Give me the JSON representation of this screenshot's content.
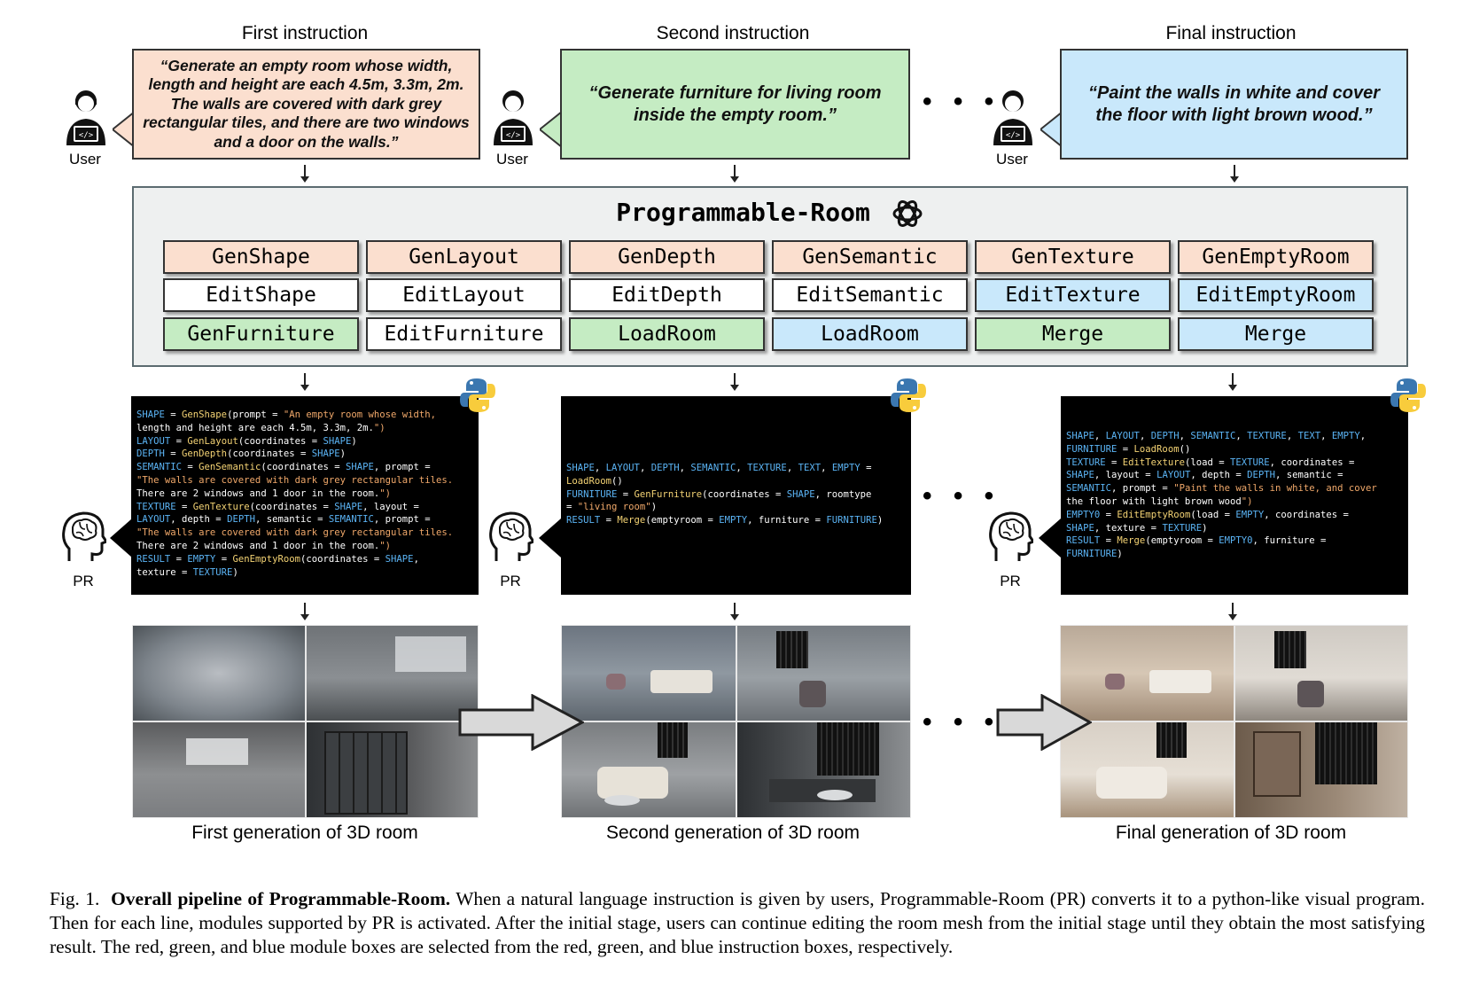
{
  "columns": [
    {
      "title": "First instruction",
      "instruction": "“Generate an empty room whose width, length and height are each 4.5m, 3.3m, 2m. The walls are covered with dark grey rectangular tiles, and there are two windows and a door on the walls.”",
      "user_label": "User",
      "pr_label": "PR",
      "generation_caption": "First generation of 3D room"
    },
    {
      "title": "Second instruction",
      "instruction": "“Generate furniture for living room inside the empty room.”",
      "user_label": "User",
      "pr_label": "PR",
      "generation_caption": "Second generation of 3D room"
    },
    {
      "title": "Final instruction",
      "instruction": "“Paint the walls in white and cover the floor with light brown wood.”",
      "user_label": "User",
      "pr_label": "PR",
      "generation_caption": "Final generation of 3D room"
    }
  ],
  "ellipsis": "• • •",
  "programmable_room": {
    "title": "Programmable-Room",
    "logo_icon": "openai-logo-icon",
    "modules": [
      [
        {
          "label": "GenShape",
          "color": "red"
        },
        {
          "label": "GenLayout",
          "color": "red"
        },
        {
          "label": "GenDepth",
          "color": "red"
        },
        {
          "label": "GenSemantic",
          "color": "red"
        },
        {
          "label": "GenTexture",
          "color": "red"
        },
        {
          "label": "GenEmptyRoom",
          "color": "red"
        }
      ],
      [
        {
          "label": "EditShape",
          "color": "white"
        },
        {
          "label": "EditLayout",
          "color": "white"
        },
        {
          "label": "EditDepth",
          "color": "white"
        },
        {
          "label": "EditSemantic",
          "color": "white"
        },
        {
          "label": "EditTexture",
          "color": "blue"
        },
        {
          "label": "EditEmptyRoom",
          "color": "blue"
        }
      ],
      [
        {
          "label": "GenFurniture",
          "color": "green"
        },
        {
          "label": "EditFurniture",
          "color": "white"
        },
        {
          "label": "LoadRoom",
          "color": "green"
        },
        {
          "label": "LoadRoom",
          "color": "blue"
        },
        {
          "label": "Merge",
          "color": "green"
        },
        {
          "label": "Merge",
          "color": "blue"
        }
      ]
    ]
  },
  "programs": [
    [
      "SHAPE = GenShape(prompt = \"An empty room whose width,",
      "length and height are each 4.5m, 3.3m, 2m.\")",
      "LAYOUT = GenLayout(coordinates = SHAPE)",
      "DEPTH = GenDepth(coordinates = SHAPE)",
      "SEMANTIC = GenSemantic(coordinates = SHAPE, prompt =",
      "\"The walls are covered with dark grey rectangular tiles.",
      "There are 2 windows and 1 door in the room.\")",
      "TEXTURE = GenTexture(coordinates = SHAPE, layout =",
      "LAYOUT, depth = DEPTH, semantic = SEMANTIC, prompt =",
      "\"The walls are covered with dark grey rectangular tiles.",
      "There are 2 windows and 1 door in the room.\")",
      "RESULT = EMPTY = GenEmptyRoom(coordinates = SHAPE,",
      "texture = TEXTURE)"
    ],
    [
      "SHAPE, LAYOUT, DEPTH, SEMANTIC, TEXTURE, TEXT, EMPTY =",
      "LoadRoom()",
      "FURNITURE = GenFurniture(coordinates = SHAPE, roomtype",
      "= \"living room\")",
      "RESULT = Merge(emptyroom = EMPTY, furniture = FURNITURE)"
    ],
    [
      "SHAPE, LAYOUT, DEPTH, SEMANTIC, TEXTURE, TEXT, EMPTY,",
      "FURNITURE = LoadRoom()",
      "TEXTURE = EditTexture(load = TEXTURE, coordinates =",
      "SHAPE, layout = LAYOUT, depth = DEPTH, semantic =",
      "SEMANTIC, prompt = \"Paint the walls in white, and cover",
      "the floor with light brown wood\")",
      "EMPTY0 = EditEmptyRoom(load = EMPTY, coordinates =",
      "SHAPE, texture = TEXTURE)",
      "RESULT = Merge(emptyroom = EMPTY0, furniture =",
      "FURNITURE)"
    ]
  ],
  "icons": {
    "user": "user-coder-icon",
    "pr": "brain-head-icon",
    "python": "python-logo-icon"
  },
  "colors": {
    "red": "#fbdfcf",
    "green": "#c5ecc3",
    "blue": "#c9e8fb",
    "code_bg": "#000000"
  },
  "caption": {
    "prefix": "Fig. 1.",
    "bold": "Overall pipeline of Programmable-Room.",
    "text": "When a natural language instruction is given by users, Programmable-Room (PR) converts it to a python-like visual program. Then for each line, modules supported by PR is activated. After the initial stage, users can continue editing the room mesh from the initial stage until they obtain the most satisfying result. The red, green, and blue module boxes are selected from the red, green, and blue instruction boxes, respectively."
  }
}
